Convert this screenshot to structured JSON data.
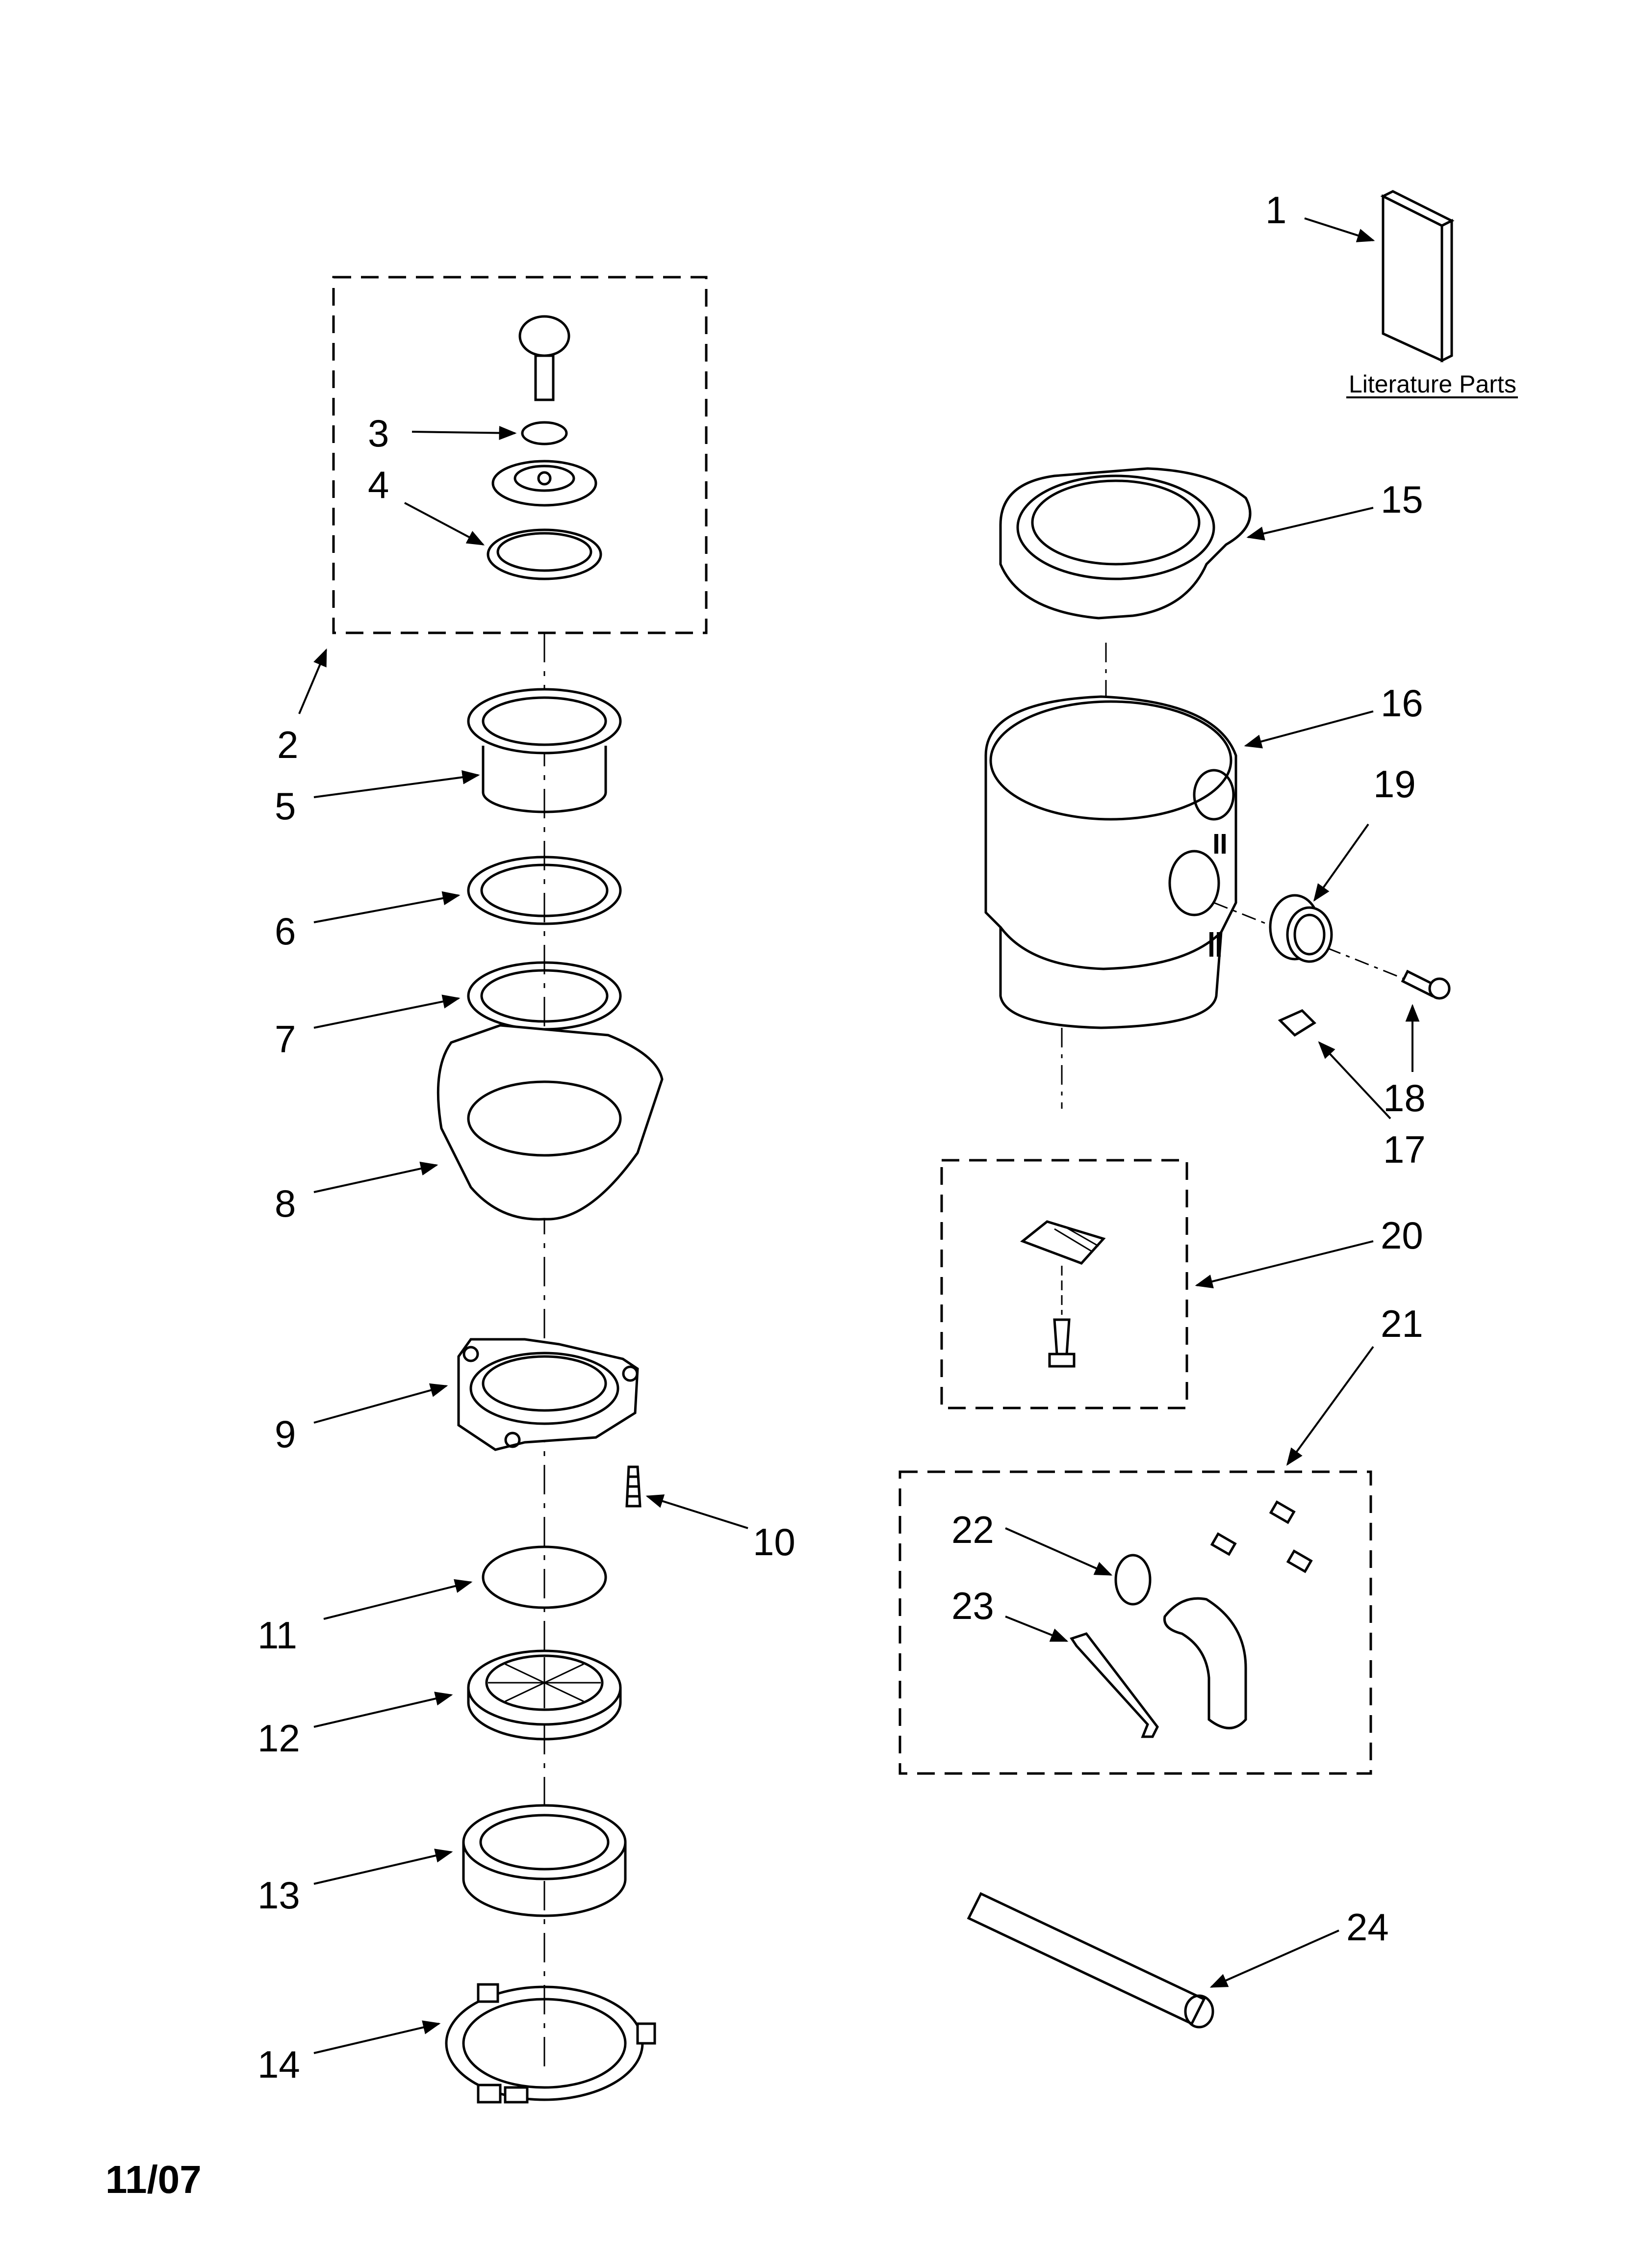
{
  "literature_label": "Literature Parts",
  "footer_date": "11/07",
  "callouts": [
    "1",
    "2",
    "3",
    "4",
    "5",
    "6",
    "7",
    "8",
    "9",
    "10",
    "11",
    "12",
    "13",
    "14",
    "15",
    "16",
    "17",
    "18",
    "19",
    "20",
    "21",
    "22",
    "23",
    "24"
  ]
}
